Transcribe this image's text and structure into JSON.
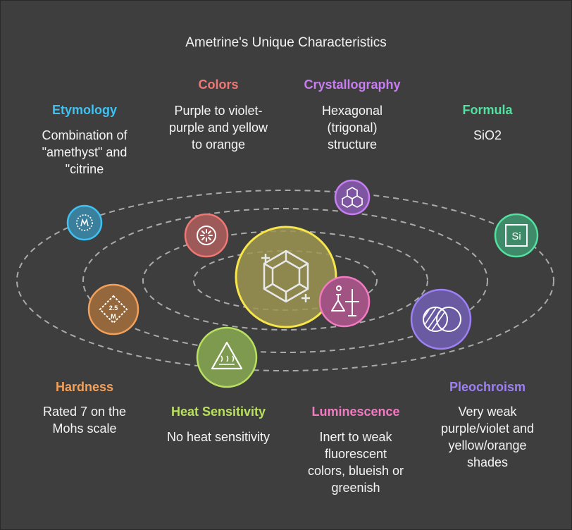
{
  "title": "Ametrine's Unique Characteristics",
  "colors": {
    "background": "#3e3e3e",
    "etymology": "#3fc1f2",
    "colors": "#f07874",
    "crystallography": "#c77ef0",
    "formula": "#53e0a0",
    "hardness": "#f2a05a",
    "heat_sensitivity": "#b9e061",
    "luminescence": "#f27ac3",
    "pleochroism": "#9e80f5",
    "center": "#f7e64a"
  },
  "items": {
    "etymology": {
      "label": "Etymology",
      "desc": "Combination of\n\"amethyst\" and\n\"citrine",
      "icon": "etymology-icon"
    },
    "colors": {
      "label": "Colors",
      "desc": "Purple to violet-\npurple and yellow\nto orange",
      "icon": "color-burst-icon"
    },
    "crystallography": {
      "label": "Crystallography",
      "desc": "Hexagonal\n(trigonal)\nstructure",
      "icon": "hexagon-cluster-icon"
    },
    "formula": {
      "label": "Formula",
      "desc": "SiO2",
      "icon": "silicon-element-icon",
      "icon_text": "Si"
    },
    "hardness": {
      "label": "Hardness",
      "desc": "Rated 7 on the\nMohs scale",
      "icon": "mohs-hardness-icon",
      "icon_text": "2.5",
      "icon_sub": "M"
    },
    "heat": {
      "label": "Heat Sensitivity",
      "desc": "No heat sensitivity",
      "icon": "heat-warning-icon"
    },
    "luminescence": {
      "label": "Luminescence",
      "desc": "Inert to weak\nfluorescent\ncolors, blueish or\ngreenish",
      "icon": "lab-flask-icon"
    },
    "pleochroism": {
      "label": "Pleochroism",
      "desc": "Very weak\npurple/violet and\nyellow/orange\nshades",
      "icon": "pleochroism-icon"
    }
  },
  "center": {
    "icon": "gem-icon"
  }
}
